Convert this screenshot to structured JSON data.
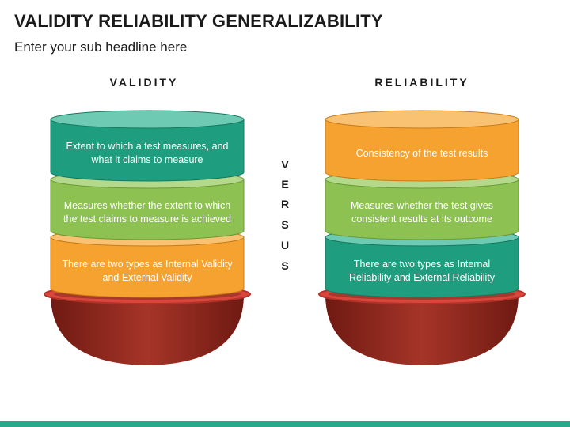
{
  "title": "VALIDITY RELIABILITY GENERALIZABILITY",
  "subtitle": "Enter your sub headline here",
  "left": {
    "heading": "VALIDITY",
    "bands": [
      "Extent to which a test measures, and what it claims to measure",
      "Measures whether the extent to which the test claims to measure is achieved",
      "There are two types as Internal Validity and External Validity"
    ]
  },
  "right": {
    "heading": "RELIABILITY",
    "bands": [
      "Consistency of the test results",
      "Measures whether the test gives consistent results at its outcome",
      "There are two types as Internal Reliability and External Reliability"
    ]
  },
  "versus": [
    "V",
    "E",
    "R",
    "S",
    "U",
    "S"
  ],
  "colors": {
    "teal": "#1f9e7f",
    "green": "#8dc152",
    "orange": "#f5a230",
    "bowl": "#9d2b1f",
    "rim": "#d9463c",
    "accent": "#2aa88c"
  }
}
